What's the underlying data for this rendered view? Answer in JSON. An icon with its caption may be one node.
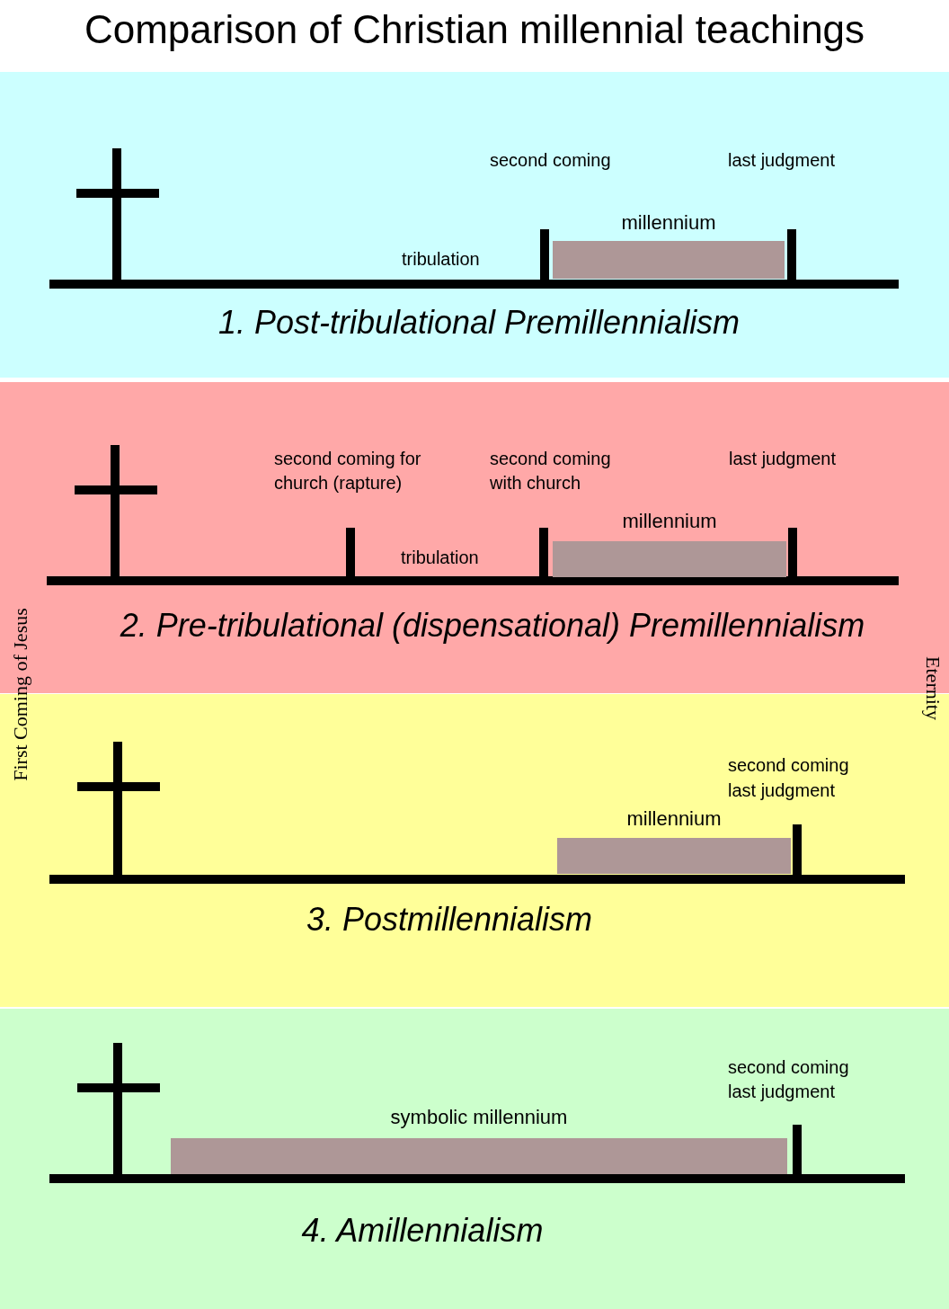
{
  "diagram": {
    "title": "Comparison of Christian millennial teachings",
    "nodes": [
      {
        "text": [
          "1. Post-tribulational Premillennialism"
        ]
      },
      {
        "text": [
          "millennium"
        ],
        "in": 0
      },
      {
        "text": [
          "2. Pre-tribulational (dispensational) Premillennialism"
        ]
      },
      {
        "text": [
          "millennium"
        ],
        "in": 2
      },
      {
        "text": [
          "3. Postmillennialism"
        ]
      },
      {
        "text": [
          "millennium"
        ],
        "in": 4
      },
      {
        "text": [
          "4. Amillennialism"
        ]
      },
      {
        "text": [
          "symbolic millennium"
        ],
        "in": 6
      }
    ],
    "labels": [
      "second coming",
      "last judgment",
      "tribulation",
      "second coming for church (rapture)",
      "second coming with church",
      "last judgment",
      "tribulation",
      "First Coming of Jesus",
      "Eternity",
      "second coming",
      "last judgment",
      "second coming",
      "last judgment"
    ]
  }
}
